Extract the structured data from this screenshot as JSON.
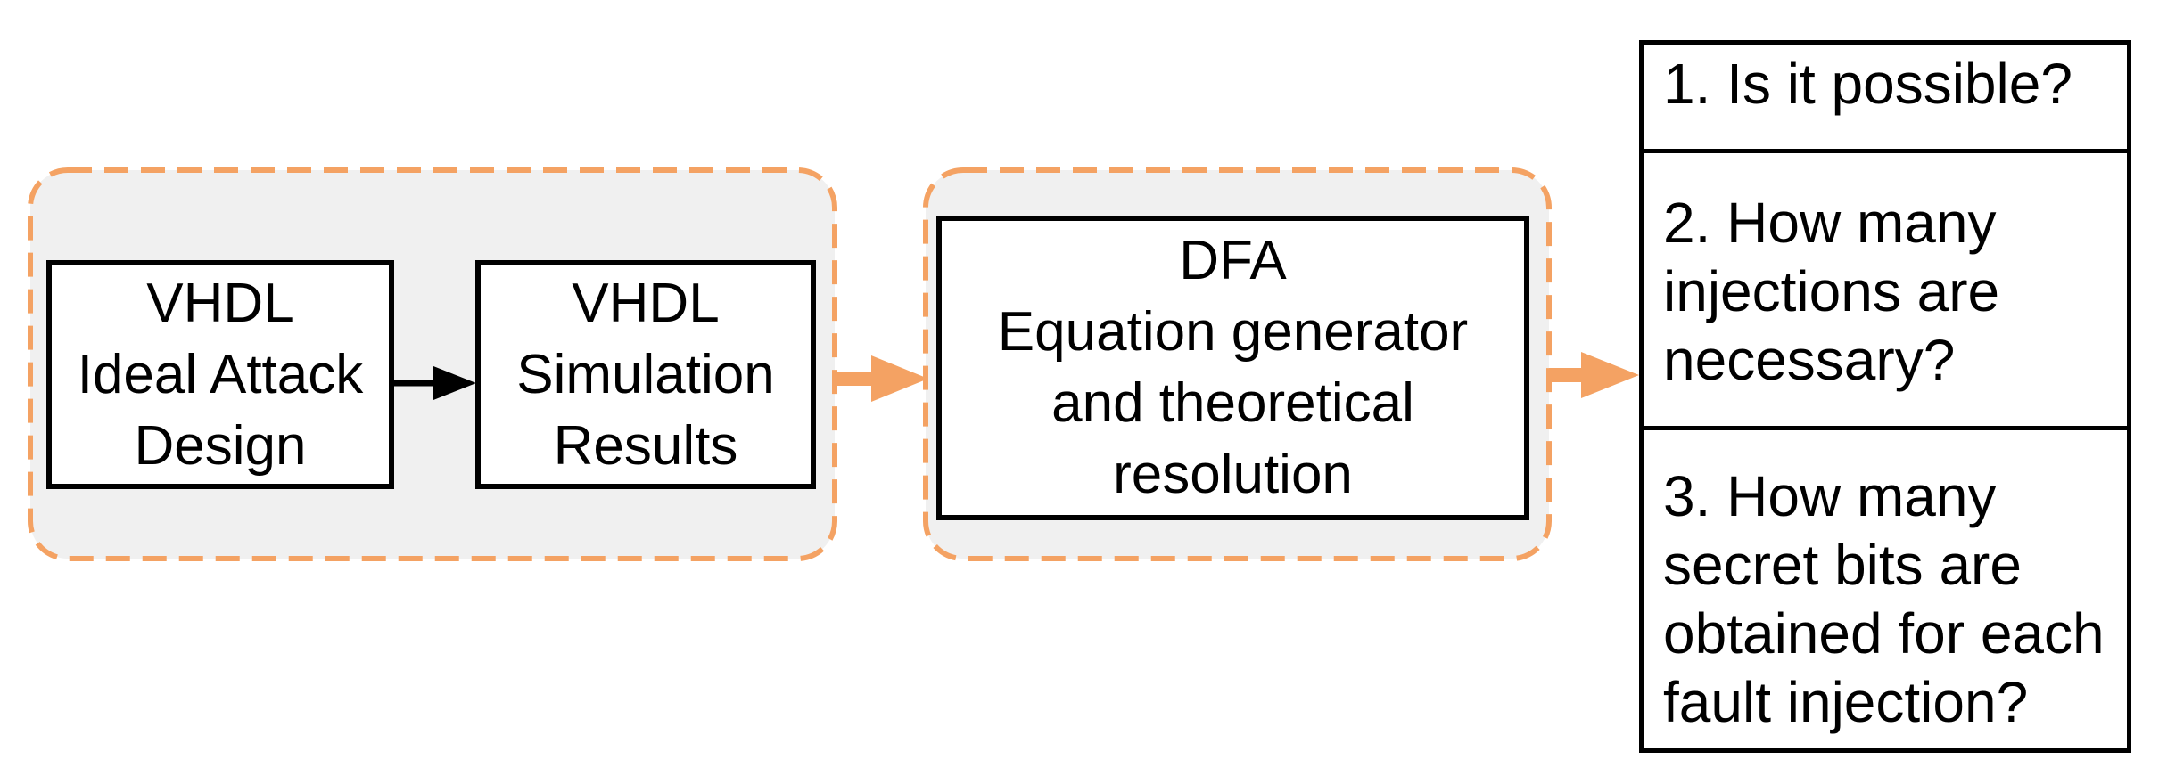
{
  "colors": {
    "accent": "#F4A263",
    "group_fill": "#F0F0F0",
    "line": "#000000",
    "box_fill": "#FFFFFF",
    "page_bg": "#FFFFFF"
  },
  "pipeline": {
    "design_group": {
      "boxes": [
        {
          "lines": [
            "VHDL",
            "Ideal Attack",
            "Design"
          ]
        },
        {
          "lines": [
            "VHDL",
            "Simulation",
            "Results"
          ]
        }
      ]
    },
    "analysis_group": {
      "box": {
        "lines": [
          "DFA",
          "Equation generator",
          "and theoretical",
          "resolution"
        ]
      }
    },
    "questions": [
      {
        "text": "1. Is it possible?"
      },
      {
        "text": "2. How many injections are necessary?"
      },
      {
        "text": "3. How many secret bits are obtained for each fault injection?"
      }
    ],
    "arrows": [
      {
        "name": "design-to-simulation",
        "direction": "right",
        "color": "black"
      },
      {
        "name": "simulation-to-dfa",
        "direction": "right",
        "color": "orange"
      },
      {
        "name": "dfa-to-questions",
        "direction": "right",
        "color": "orange"
      }
    ]
  }
}
